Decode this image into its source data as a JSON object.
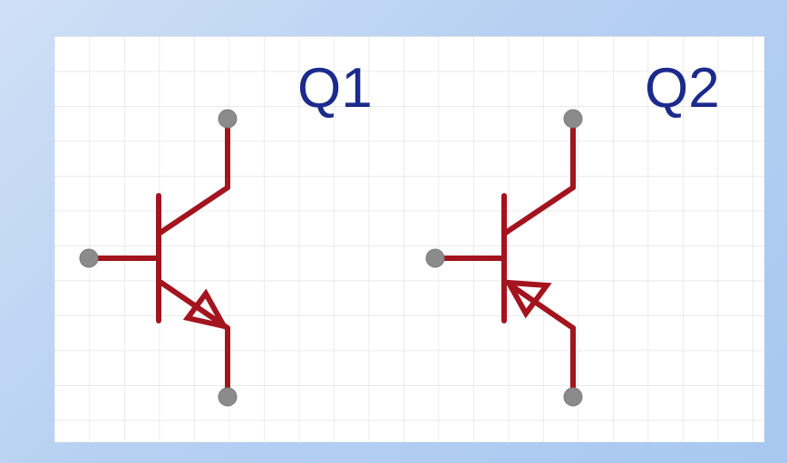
{
  "schematic": {
    "transistors": [
      {
        "designator": "Q1",
        "type": "npn"
      },
      {
        "designator": "Q2",
        "type": "pnp"
      }
    ],
    "colors": {
      "background": "#b7d0f2",
      "sheet": "#ffffff",
      "grid": "#e4e4e4",
      "wire": "#a3141e",
      "pin": "#8b8b8b",
      "designator": "#1c2a8c"
    },
    "icons": {
      "q1_symbol": "npn-transistor-icon",
      "q2_symbol": "pnp-transistor-icon"
    }
  }
}
